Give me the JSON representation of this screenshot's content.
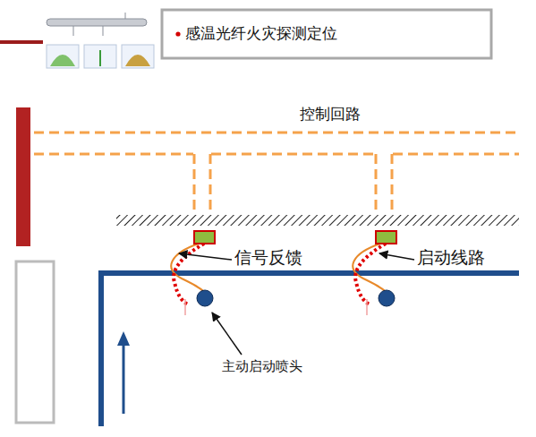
{
  "diagram": {
    "title": "感温光纤火灾探测定位",
    "labels": [
      "控制回路",
      "信号反馈",
      "启动线路",
      "主动启动喷头"
    ]
  }
}
